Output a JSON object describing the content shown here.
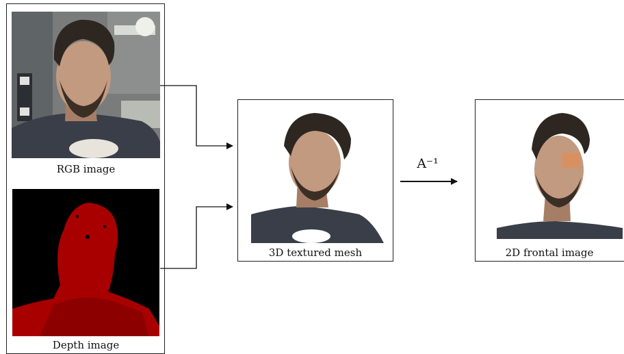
{
  "captions": {
    "rgb": "RGB image",
    "depth": "Depth image",
    "mesh": "3D textured mesh",
    "frontal": "2D frontal image"
  },
  "arrow_label": "A⁻¹",
  "colors": {
    "depth_background": "#000000",
    "depth_face": "#a80000",
    "hair": "#2e2620",
    "skin": "#c29a80",
    "shirt": "#3a3e48"
  }
}
